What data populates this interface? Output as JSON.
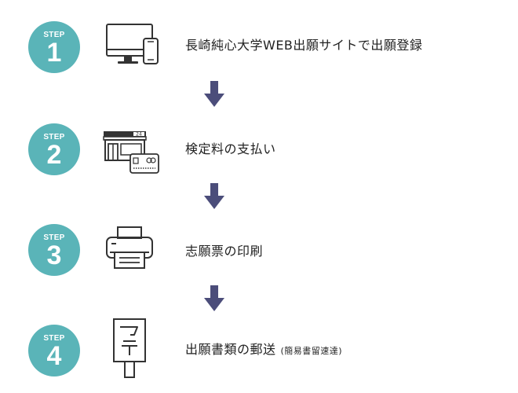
{
  "accent_color": "#5ab4b8",
  "arrow_color": "#4b4d7a",
  "steps": [
    {
      "label": "STEP",
      "number": "1",
      "icon": "computer-and-phone-icon",
      "text": "長崎純心大学WEB出願サイトで出願登録",
      "note": ""
    },
    {
      "label": "STEP",
      "number": "2",
      "icon": "convenience-store-and-card-icon",
      "text": "検定料の支払い",
      "note": ""
    },
    {
      "label": "STEP",
      "number": "3",
      "icon": "printer-icon",
      "text": "志願票の印刷",
      "note": ""
    },
    {
      "label": "STEP",
      "number": "4",
      "icon": "postbox-icon",
      "text": "出願書類の郵送",
      "note": "(簡易書留速達)"
    }
  ],
  "store_sign": "24"
}
